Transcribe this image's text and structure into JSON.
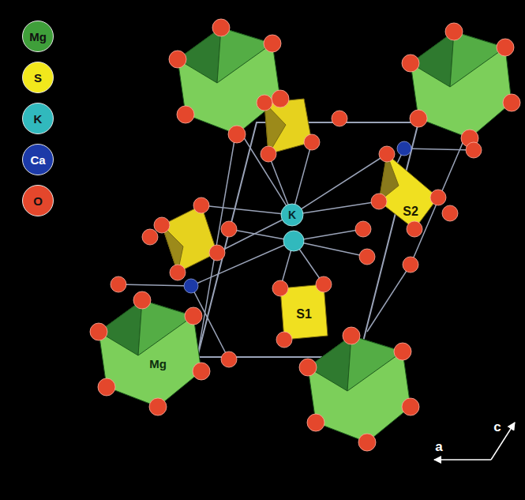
{
  "diagram": {
    "labels": [
      "K",
      "S2",
      "S1",
      "Mg",
      "a",
      "c"
    ],
    "legend": [
      {
        "text": "Mg",
        "color": "#3f9f3a"
      },
      {
        "text": "S",
        "color": "#f2e81c"
      },
      {
        "text": "K",
        "color": "#31b9bd"
      },
      {
        "text": "Ca",
        "color": "#1c3aa8"
      },
      {
        "text": "O",
        "color": "#e4472c"
      }
    ]
  }
}
